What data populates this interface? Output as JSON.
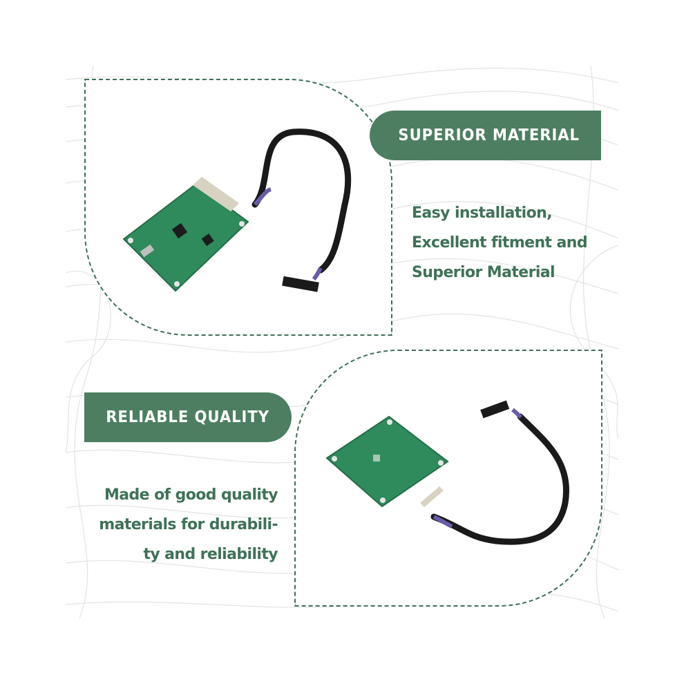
{
  "sections": [
    {
      "title": "Superior Material",
      "lines": [
        "Easy installation,",
        "Excellent fitment and",
        "Superior Material"
      ]
    },
    {
      "title": "Reliable Quality",
      "lines": [
        "Made of good quality",
        "materials for durabili-",
        "ty and reliability"
      ]
    }
  ],
  "colors": {
    "accent": "#4d7e62",
    "text": "#3f7257",
    "border": "#3e6f56",
    "pcb": "#2f8a5c",
    "cable": "#1a1a1a"
  }
}
